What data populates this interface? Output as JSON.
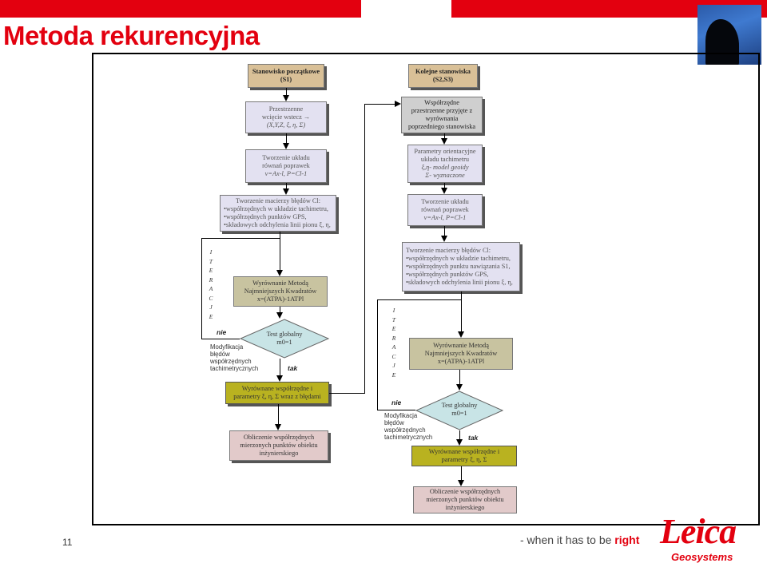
{
  "header": {
    "title": "Metoda rekurencyjna",
    "brand_color": "#e3000f"
  },
  "left": {
    "start": "Stanowisko początkowe (S1)",
    "b1_l1": "Przestrzenne",
    "b1_l2": "wcięcie wstecz →",
    "b1_l3": "(X,Y,Z, ξ, η, Σ)",
    "b2_l1": "Tworzenie układu",
    "b2_l2": "równań poprawek",
    "b2_l3": "v=Ax-l, P=Cl-1",
    "b3_l1": "Tworzenie macierzy błędów Cl:",
    "b3_l2": "•współrzędnych w układzie tachimetru,",
    "b3_l3": "•współrzędnych punktów GPS,",
    "b3_l4": "•składowych odchylenia linii pionu ξ, η,",
    "iter": [
      "I",
      "T",
      "E",
      "R",
      "A",
      "C",
      "J",
      "E"
    ],
    "b4_l1": "Wyrównanie Metodą",
    "b4_l2": "Najmniejszych Kwadratów",
    "b4_l3": "x=(ATPA)-1ATPl",
    "test_l1": "Test globalny",
    "test_l2": "m0=1",
    "nie": "nie",
    "tak": "tak",
    "mod": [
      "Modyfikacja",
      "błędów",
      "współrzędnych",
      "tachimetrycznych"
    ],
    "b5_l1": "Wyrównane współrzędne i",
    "b5_l2": "parametry ξ, η, Σ wraz z błędami",
    "b6_l1": "Obliczenie współrzędnych",
    "b6_l2": "mierzonych punktów obiektu",
    "b6_l3": "inżynierskiego"
  },
  "right": {
    "start": "Kolejne stanowiska (S2,S3)",
    "b1_l1": "Współrzędne",
    "b1_l2": "przestrzenne przyjęte z",
    "b1_l3": "wyrównania",
    "b1_l4": "poprzedniego stanowiska",
    "b2_l1": "Parametry orientacyjne",
    "b2_l2": "układu tachimetru",
    "b2_l3": "ξ,η- model geoidy",
    "b2_l4": "Σ- wyznaczone",
    "b3_l1": "Tworzenie układu",
    "b3_l2": "równań poprawek",
    "b3_l3": "v=Ax-l, P=Cl-1",
    "b4_l1": "Tworzenie macierzy błędów Cl:",
    "b4_l2": "•współrzędnych w układzie tachimetru,",
    "b4_l3": "•współrzędnych punktu nawiązania S1,",
    "b4_l4": "•współrzędnych punktów GPS,",
    "b4_l5": "•składowych odchylenia linii pionu ξ, η,",
    "iter": [
      "I",
      "T",
      "E",
      "R",
      "A",
      "C",
      "J",
      "E"
    ],
    "b5_l1": "Wyrównanie Metodą",
    "b5_l2": "Najmniejszych Kwadratów",
    "b5_l3": "x=(ATPA)-1ATPl",
    "nie": "nie",
    "mod": [
      "Modyfikacja",
      "błędów",
      "współrzędnych",
      "tachimetrycznych"
    ],
    "test_l1": "Test globalny",
    "test_l2": "m0=1",
    "tak": "tak",
    "b6_l1": "Wyrównane współrzędne i",
    "b6_l2": "parametry ξ, η, Σ",
    "b7_l1": "Obliczenie współrzędnych",
    "b7_l2": "mierzonych punktów obiektu",
    "b7_l3": "inżynierskiego"
  },
  "footer": {
    "page_number": "11",
    "slogan_prefix": "- when it has to be ",
    "slogan_accent": "right",
    "logo_main": "Leica",
    "logo_sub": "Geosystems"
  }
}
